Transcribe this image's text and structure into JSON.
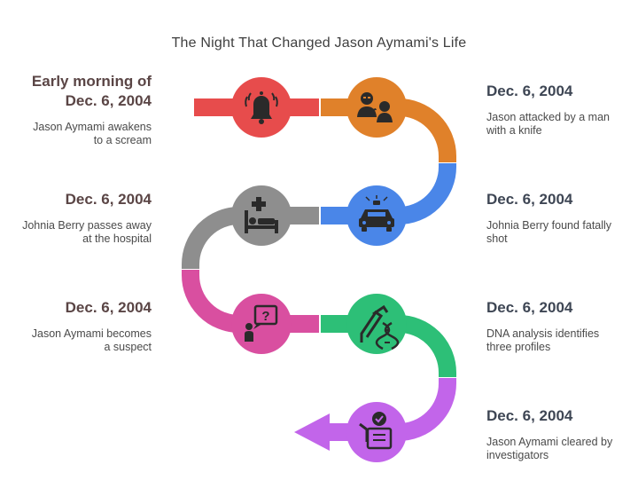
{
  "title": "The Night That Changed Jason Aymami's Life",
  "events": [
    {
      "date": "Early morning of\nDec. 6, 2004",
      "description": "Jason Aymami awakens\nto a scream",
      "icon": "alarm-bell-icon",
      "color": "#E74C4C"
    },
    {
      "date": "Dec. 6, 2004",
      "description": "Jason attacked by a man\nwith a knife",
      "icon": "attacker-icon",
      "color": "#E0812A"
    },
    {
      "date": "Dec. 6, 2004",
      "description": "Johnia Berry found fatally\nshot",
      "icon": "police-car-icon",
      "color": "#4A86E8"
    },
    {
      "date": "Dec. 6, 2004",
      "description": "Johnia Berry passes away\nat the hospital",
      "icon": "hospital-bed-icon",
      "color": "#8E8E8E"
    },
    {
      "date": "Dec. 6, 2004",
      "description": "Jason Aymami becomes\na suspect",
      "icon": "question-person-icon",
      "color": "#D94FA0"
    },
    {
      "date": "Dec. 6, 2004",
      "description": "DNA analysis identifies\nthree profiles",
      "icon": "dna-microscope-icon",
      "color": "#2DBF77"
    },
    {
      "date": "Dec. 6, 2004",
      "description": "Jason Aymami cleared by\ninvestigators",
      "icon": "cleared-checklist-icon",
      "color": "#C265EA"
    }
  ]
}
